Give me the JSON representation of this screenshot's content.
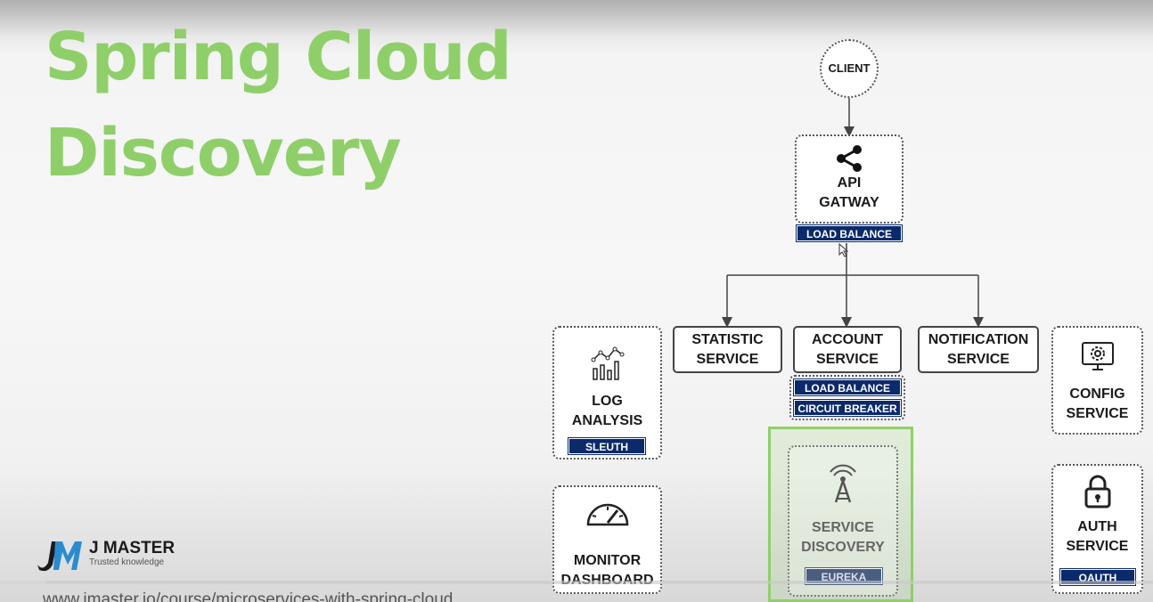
{
  "slide": {
    "title_line1": "Spring Cloud",
    "title_line2": "Discovery"
  },
  "diagram": {
    "client": "CLIENT",
    "gateway": {
      "line1": "API",
      "line2": "GATWAY",
      "tag": "LOAD BALANCE",
      "icon": "share-icon"
    },
    "statistic": {
      "line1": "STATISTIC",
      "line2": "SERVICE"
    },
    "account": {
      "line1": "ACCOUNT",
      "line2": "SERVICE",
      "tag1": "LOAD BALANCE",
      "tag2": "CIRCUIT BREAKER"
    },
    "notification": {
      "line1": "NOTIFICATION",
      "line2": "SERVICE"
    },
    "log": {
      "line1": "LOG",
      "line2": "ANALYSIS",
      "tag": "SLEUTH",
      "icon": "chart-icon"
    },
    "monitor": {
      "line1": "MONITOR",
      "line2": "DASHBOARD",
      "icon": "gauge-icon"
    },
    "config": {
      "line1": "CONFIG",
      "line2": "SERVICE",
      "icon": "gear-monitor-icon"
    },
    "auth": {
      "line1": "AUTH",
      "line2": "SERVICE",
      "tag": "OAUTH",
      "icon": "lock-icon"
    },
    "discovery": {
      "line1": "SERVICE",
      "line2": "DISCOVERY",
      "tag": "EUREKA",
      "icon": "antenna-icon"
    }
  },
  "brand": {
    "name": "J MASTER",
    "tagline": "Trusted knowledge",
    "url": "www.jmaster.io/course/microservices-with-spring-cloud"
  },
  "video": {
    "progress": 0.04
  },
  "colors": {
    "accent": "#8fcf6a",
    "tag": "#0b2a6b"
  }
}
